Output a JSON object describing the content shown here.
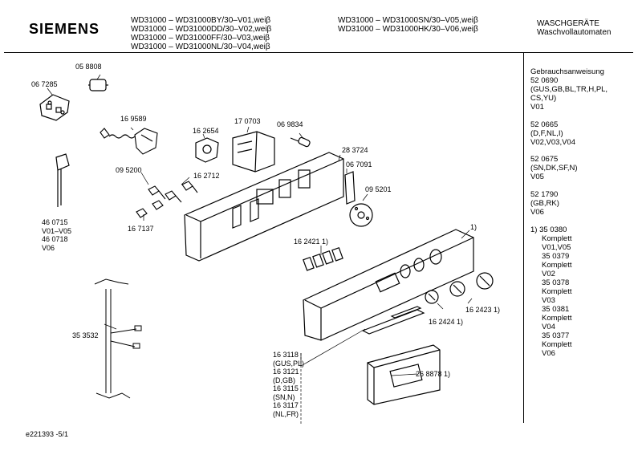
{
  "brand": "SIEMENS",
  "models": [
    "WD31000 – WD31000BY/30–V01,weiβ",
    "WD31000 – WD31000DD/30–V02,weiβ",
    "WD31000 – WD31000FF/30–V03,weiβ",
    "WD31000 – WD31000NL/30–V04,weiβ",
    "WD31000 – WD31000SN/30–V05,weiβ",
    "WD31000 – WD31000HK/30–V06,weiβ"
  ],
  "category": [
    "WASCHGERÄTE",
    "Waschvollautomaten"
  ],
  "parts": {
    "p058808": "05 8808",
    "p067285": "06 7285",
    "p169589": "16 9589",
    "p162654": "16 2654",
    "p170703": "17 0703",
    "p069834": "06 9834",
    "p283724": "28 3724",
    "p067091": "06 7091",
    "p095200": "09 5200",
    "p162712": "16 2712",
    "p095201": "09 5201",
    "p167137": "16 7137",
    "p1": "1)",
    "p460715": [
      "46 0715",
      "V01–V05",
      "46 0718",
      "V06"
    ],
    "p162421": "16 2421 1)",
    "p162423": "16 2423 1)",
    "p162424": "16 2424 1)",
    "p353532": "35 3532",
    "p163118": [
      "16 3118",
      "(GUS,PL)",
      "16 3121",
      "(D,GB)",
      "16 3115",
      "(SN,N)",
      "16 3117",
      "(NL,FR)"
    ],
    "p268878": "26 8878 1)"
  },
  "right_panel": {
    "manual": [
      "Gebrauchsanweisung",
      "52 0690",
      "(GUS,GB,BL,TR,H,PL,",
      "CS,YU)",
      "V01"
    ],
    "m2": [
      "52 0665",
      "(D,F,NL,I)",
      "V02,V03,V04"
    ],
    "m3": [
      "52 0675",
      "(SN,DK,SF,N)",
      "V05"
    ],
    "m4": [
      "52 1790",
      "(GB,RK)",
      "V06"
    ],
    "note": [
      "1)  35 0380",
      "Komplett",
      "V01,V05",
      "35 0379",
      "Komplett",
      "V02",
      "35 0378",
      "Komplett",
      "V03",
      "35 0381",
      "Komplett",
      "V04",
      "35 0377",
      "Komplett",
      "V06"
    ]
  },
  "footer": "e221393   -5/1"
}
